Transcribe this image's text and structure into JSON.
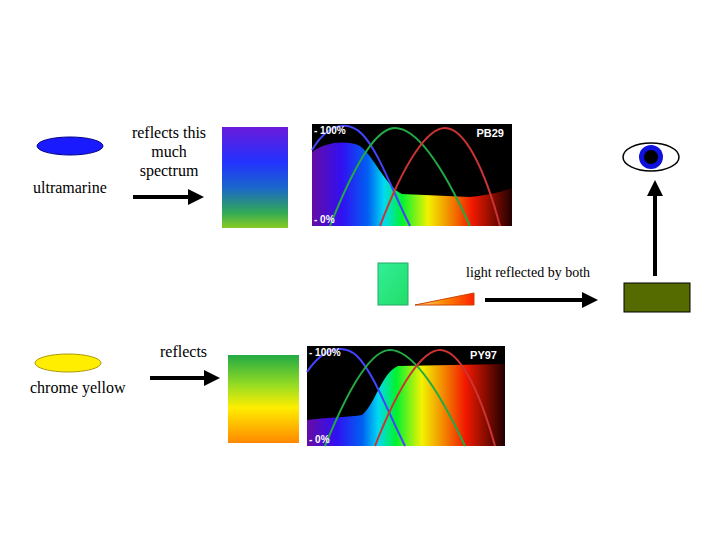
{
  "diagram": {
    "nodes": [
      {
        "text": [
          "ultramarine"
        ]
      },
      {
        "text": [
          "PB29",
          "- 100%",
          "- 0%"
        ]
      },
      {
        "text": [
          "chrome yellow"
        ]
      },
      {
        "text": [
          "PY97",
          "- 100%",
          "- 0%"
        ]
      }
    ],
    "labels": [
      "reflects this much spectrum",
      "light reflected by both",
      "reflects"
    ]
  }
}
